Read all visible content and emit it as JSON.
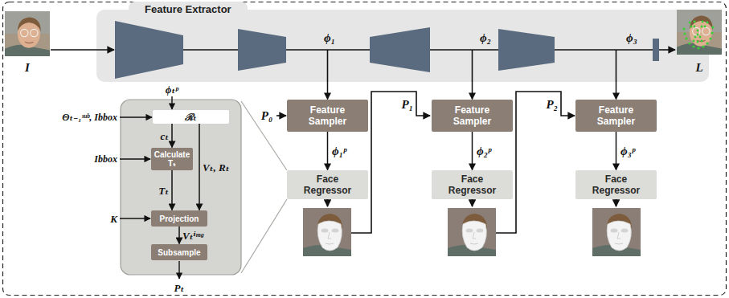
{
  "diagram": {
    "nodes": [
      {
        "text": [
          "Feature Extractor"
        ]
      },
      {
        "text": [
          "Feature Sampler"
        ]
      },
      {
        "text": [
          "Feature Sampler"
        ]
      },
      {
        "text": [
          "Feature Sampler"
        ]
      },
      {
        "text": [
          "Face Regressor"
        ]
      },
      {
        "text": [
          "Face Regressor"
        ]
      },
      {
        "text": [
          "Face Regressor"
        ]
      },
      {
        "text": [
          "ℛₜ"
        ]
      },
      {
        "text": [
          "Calculate Tₜ"
        ]
      },
      {
        "text": [
          "Projection"
        ]
      },
      {
        "text": [
          "Subsample"
        ]
      }
    ],
    "edges": [
      {
        "from": 0,
        "to": 1,
        "arrow": "to"
      },
      {
        "from": 0,
        "to": 2,
        "arrow": "to"
      },
      {
        "from": 0,
        "to": 3,
        "arrow": "to"
      },
      {
        "from": 1,
        "to": 4,
        "arrow": "to"
      },
      {
        "from": 2,
        "to": 5,
        "arrow": "to"
      },
      {
        "from": 3,
        "to": 6,
        "arrow": "to"
      },
      {
        "from": 7,
        "to": 8,
        "label": "cₜ",
        "arrow": "to"
      },
      {
        "from": 8,
        "to": 9,
        "label": "Tₜ",
        "arrow": "to"
      },
      {
        "from": 7,
        "to": 9,
        "label": "Vₜ, Rₜ",
        "arrow": "to"
      },
      {
        "from": 9,
        "to": 10,
        "label": "Vₜⁱᵐᵍ",
        "arrow": "to"
      }
    ],
    "labels": [
      "I",
      "L",
      "ϕ₁",
      "ϕ₂",
      "ϕ₃",
      "P₀",
      "ϕ₁ᵖ",
      "P₁",
      "ϕ₂ᵖ",
      "P₂",
      "ϕ₃ᵖ",
      "ϕₜᵖ",
      "Θₜ₋₁ˢᵘᵇ, Ibbox",
      "Ibbox",
      "K",
      "Pₜ"
    ]
  }
}
